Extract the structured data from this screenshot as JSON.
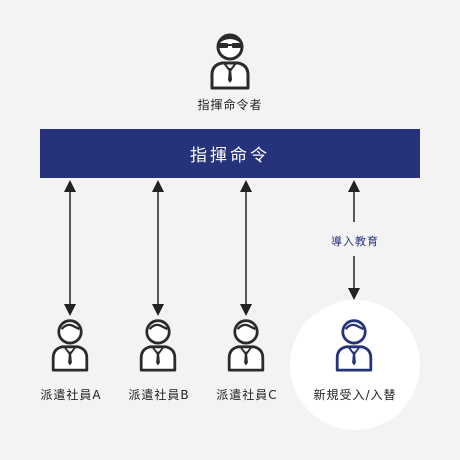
{
  "commander": {
    "label": "指揮命令者",
    "icon": "commander-with-glasses-icon"
  },
  "command_bar": {
    "label": "指揮命令",
    "color": "#26337a"
  },
  "note": {
    "label": "導入教育"
  },
  "workers": [
    {
      "label": "派遣社員A",
      "icon": "worker-icon"
    },
    {
      "label": "派遣社員B",
      "icon": "worker-icon"
    },
    {
      "label": "派遣社員C",
      "icon": "worker-icon"
    },
    {
      "label": "新規受入/入替",
      "icon": "new-worker-icon"
    }
  ],
  "colors": {
    "figure": "#2b2b2b",
    "accent": "#26337a",
    "background": "#f3f3f3"
  }
}
